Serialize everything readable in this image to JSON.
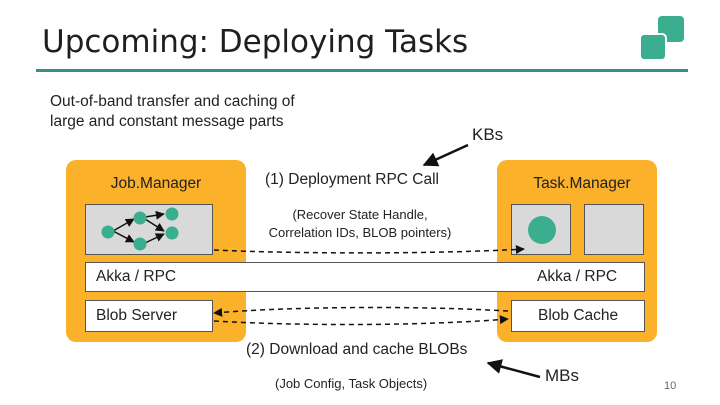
{
  "slide": {
    "title": "Upcoming: Deploying Tasks",
    "subtitle_lines": [
      "Out-of-band transfer and caching of",
      "large and constant message parts"
    ],
    "page_number": "10"
  },
  "left_panel": {
    "header": "Job.Manager",
    "akka_label": "Akka / RPC",
    "blob_label": "Blob Server"
  },
  "right_panel": {
    "header": "Task.Manager",
    "akka_label": "Akka / RPC",
    "blob_label": "Blob Cache"
  },
  "labels": {
    "kbs": "KBs",
    "mbs": "MBs",
    "rpc_call": "(1) Deployment RPC Call",
    "rpc_note_lines": [
      "(Recover State Handle,",
      "Correlation IDs, BLOB pointers)"
    ],
    "download": "(2) Download and cache BLOBs",
    "download_note": "(Job Config, Task Objects)"
  },
  "colors": {
    "accent": "#3a8f84",
    "panel": "#fbb12a",
    "logo": "#3aae8f",
    "node": "#3aae8f"
  },
  "icons": [
    "flink-logo-icon"
  ]
}
